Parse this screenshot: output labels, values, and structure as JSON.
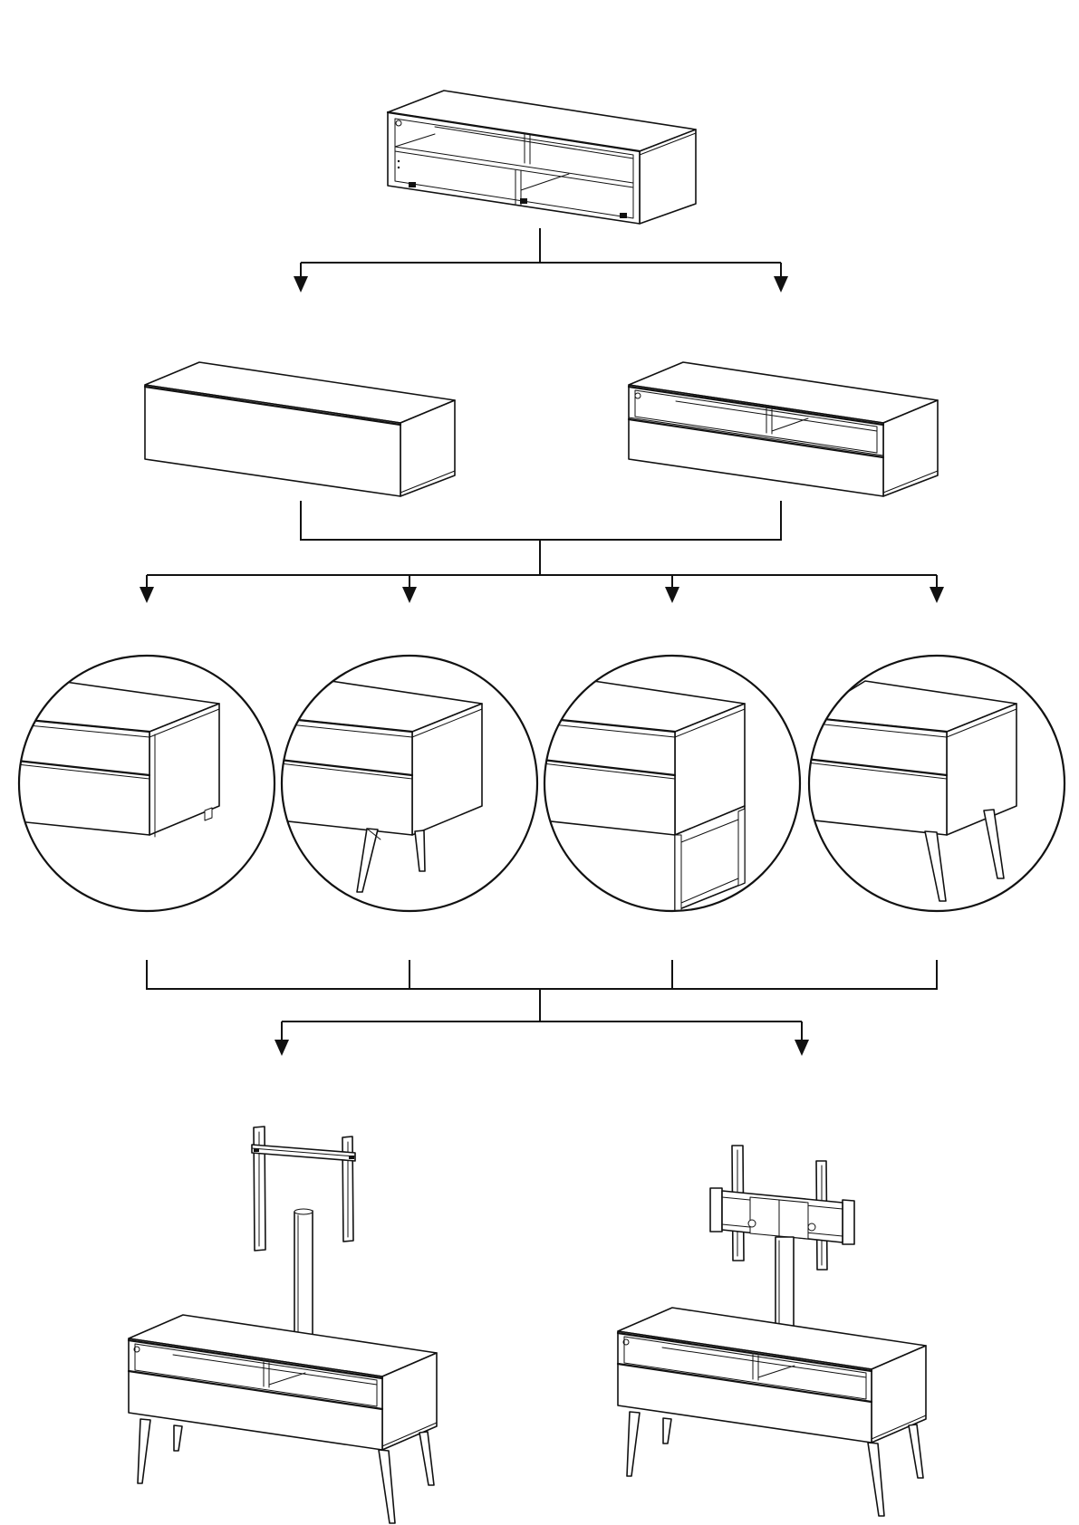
{
  "diagram": {
    "description_free": true,
    "colors": {
      "line": "#111111",
      "background": "#ffffff"
    },
    "levels": [
      {
        "name": "base-cabinet",
        "options": 1
      },
      {
        "name": "front-choice",
        "options": 2
      },
      {
        "name": "base-choice",
        "options": 4
      },
      {
        "name": "tv-mount-choice",
        "options": 2
      }
    ],
    "base_options": [
      "plinth-feet",
      "angled-metal-legs",
      "frame-base",
      "tapered-legs"
    ]
  }
}
